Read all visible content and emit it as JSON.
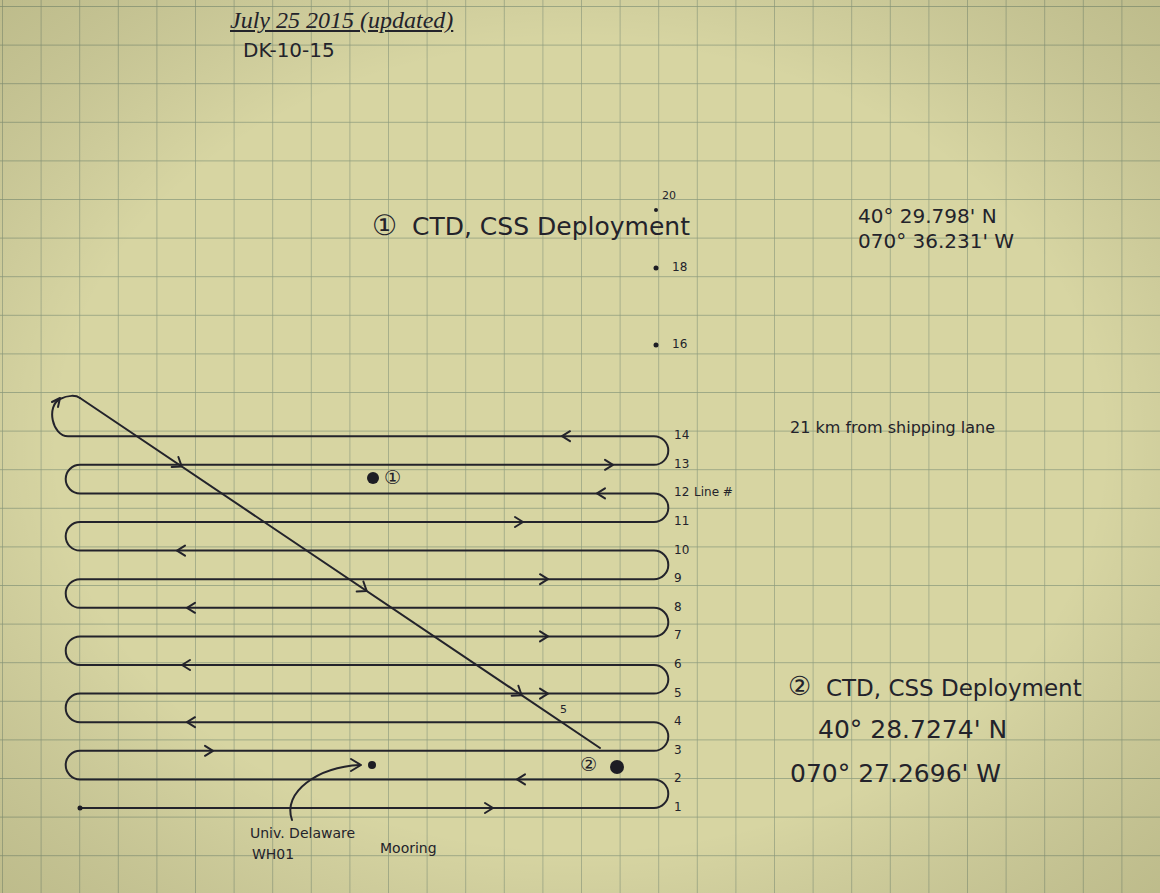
{
  "diagram": {
    "title": "July 25 2015 (updated)",
    "labels": [
      "DK-10-15",
      "①",
      "CTD, CSS Deployment",
      "40° 29.798' N",
      "070° 36.231' W",
      "21 km from shipping lane",
      "②",
      "CTD, CSS Deployment",
      "40° 28.7274' N",
      "070° 27.2696' W",
      "20",
      "18",
      "16",
      "14",
      "13",
      "12",
      "Line #",
      "11",
      "10",
      "9",
      "8",
      "7",
      "6",
      "5",
      "4",
      "3",
      "2",
      "1",
      "5",
      "①",
      "②",
      "Univ. Delaware",
      "WH01",
      "Mooring"
    ]
  }
}
